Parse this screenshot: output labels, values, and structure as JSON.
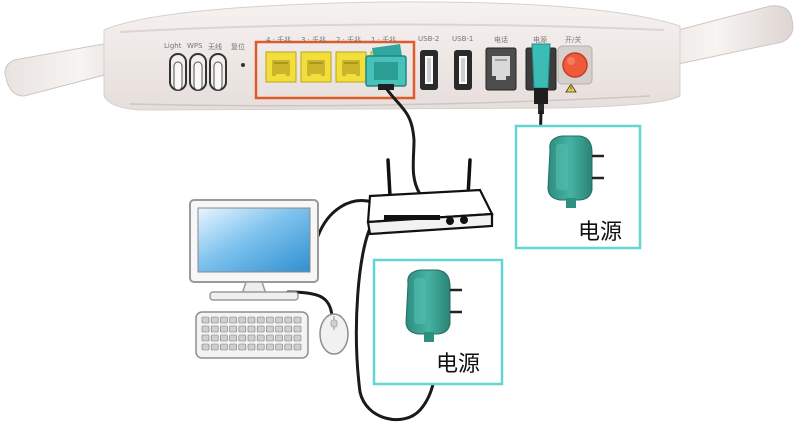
{
  "router_panel": {
    "button_labels": [
      "Light",
      "WPS",
      "无线",
      "复位"
    ],
    "lan_port_labels": [
      "4 · 千兆",
      "3 · 千兆",
      "2 · 千兆",
      "1 · 千兆"
    ],
    "usb2_label": "USB-2",
    "usb1_label": "USB-1",
    "phone_label": "电话",
    "power_label": "电源",
    "switch_label": "开/关"
  },
  "adapters": [
    {
      "label": "电源"
    },
    {
      "label": "电源"
    }
  ],
  "colors": {
    "router_body": "#f1ecea",
    "lan_port": "#f2df3c",
    "highlight_box": "#e05a2b",
    "plug_cyan": "#38b8b0",
    "adapter_green": "#3fa89a",
    "adapter_frame": "#62d6d2",
    "power_switch": "#f05a3a"
  }
}
